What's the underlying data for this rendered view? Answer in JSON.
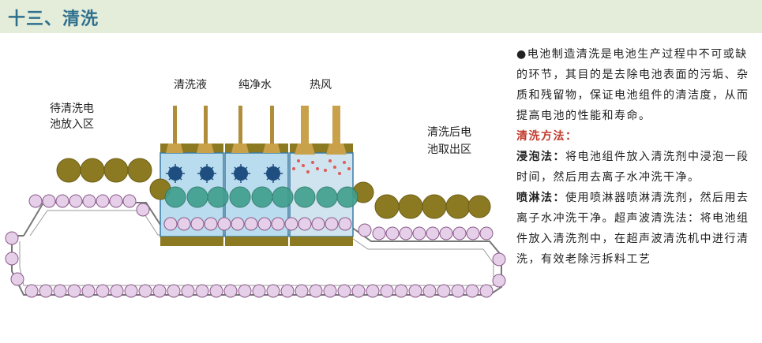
{
  "header": {
    "title": "十三、清洗"
  },
  "diagram": {
    "label_input": [
      "待清洗电",
      "池放入区"
    ],
    "label_output": [
      "清洗后电",
      "池取出区"
    ],
    "label_solution": "清洗液",
    "label_water": "纯净水",
    "label_air": "热风"
  },
  "text": {
    "intro": "●电池制造清洗是电池生产过程中不可或缺的环节，其目的是去除电池表面的污垢、杂质和残留物，保证电池组件的清洁度，从而提高电池的性能和寿命。",
    "methods_title": "清洗方法：",
    "m1_label": "浸泡法：",
    "m1_text": "将电池组件放入清洗剂中浸泡一段时间，然后用去离子水冲洗干净。",
    "m2_label": "喷淋法：",
    "m2_text": "使用喷淋器喷淋清洗剂，然后用去离子水冲洗干净。超声波清洗法：将电池组件放入清洗剂中，在超声波清洗机中进行清洗，有效老除污拆料工艺"
  },
  "colors": {
    "header_bg": "#e3edd9",
    "title": "#2e6f8e",
    "battery": "#8c7a22",
    "roller": "#e6cfe8",
    "tank": "#b9dcee",
    "nozzle": "#c9a14a",
    "accent_red": "#c0392b"
  }
}
